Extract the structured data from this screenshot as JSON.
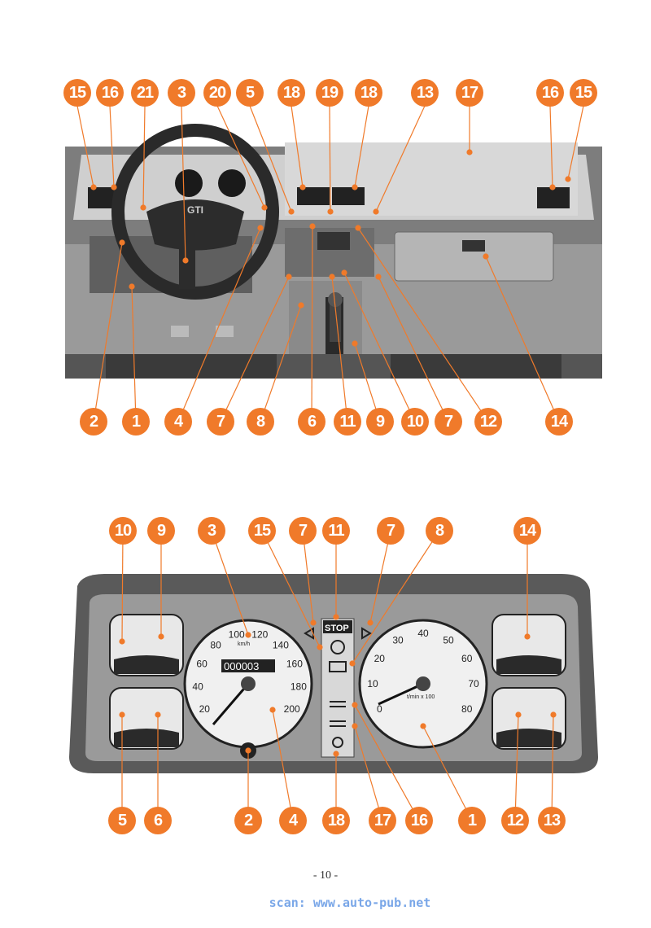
{
  "dashboard_diagram": {
    "top_callouts": [
      "15",
      "16",
      "21",
      "3",
      "20",
      "5",
      "18",
      "19",
      "18",
      "13",
      "17",
      "16",
      "15"
    ],
    "bottom_callouts": [
      "2",
      "1",
      "4",
      "7",
      "8",
      "6",
      "11",
      "9",
      "10",
      "7",
      "12",
      "14"
    ],
    "steering_wheel_badge": "GTI"
  },
  "cluster_diagram": {
    "top_callouts": [
      "10",
      "9",
      "3",
      "15",
      "7",
      "11",
      "7",
      "8",
      "14"
    ],
    "bottom_callouts": [
      "5",
      "6",
      "2",
      "4",
      "18",
      "17",
      "16",
      "1",
      "12",
      "13"
    ],
    "stop_label": "STOP",
    "speed_ticks": [
      "20",
      "40",
      "60",
      "80",
      "100",
      "120",
      "140",
      "160",
      "180",
      "200"
    ],
    "odometer": "000003",
    "tacho_ticks": [
      "0",
      "10",
      "20",
      "30",
      "40",
      "50",
      "60",
      "70",
      "80"
    ],
    "tacho_unit": "t/min x 100",
    "speed_unit": "km/h"
  },
  "footer": {
    "page_number": "- 10 -",
    "scan_credit": "scan: www.auto-pub.net"
  }
}
